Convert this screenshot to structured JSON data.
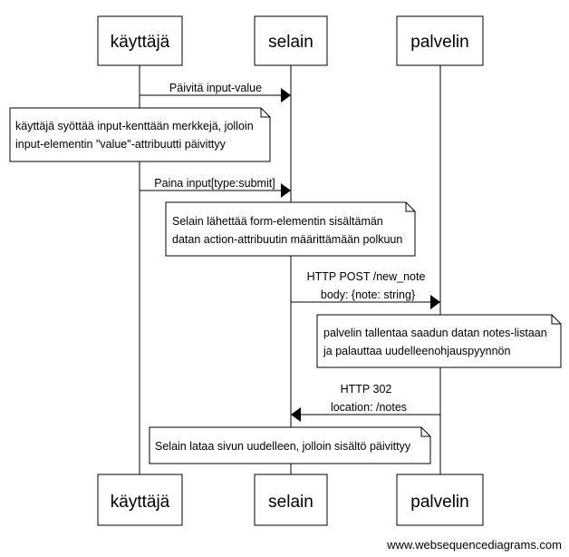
{
  "actors": {
    "user": "käyttäjä",
    "browser": "selain",
    "server": "palvelin"
  },
  "messages": [
    {
      "lines": [
        "Päivitä input-value"
      ]
    },
    {
      "lines": [
        "Paina input[type:submit]"
      ]
    },
    {
      "lines": [
        "HTTP POST /new_note",
        "body: {note: string}"
      ]
    },
    {
      "lines": [
        "HTTP 302",
        "location: /notes"
      ]
    }
  ],
  "notes": [
    {
      "lines": [
        "käyttäjä syöttää input-kenttään merkkejä, jolloin",
        "input-elementin \"value\"-attribuutti päivittyy"
      ]
    },
    {
      "lines": [
        "Selain lähettää form-elementin sisältämän",
        "datan action-attribuutin määrittämään polkuun"
      ]
    },
    {
      "lines": [
        "palvelin tallentaa saadun datan notes-listaan",
        "ja palauttaa uudelleenohjauspyynnön"
      ]
    },
    {
      "lines": [
        "Selain lataa sivun uudelleen, jolloin sisältö päivittyy"
      ]
    }
  ],
  "footer": "www.websequencediagrams.com"
}
